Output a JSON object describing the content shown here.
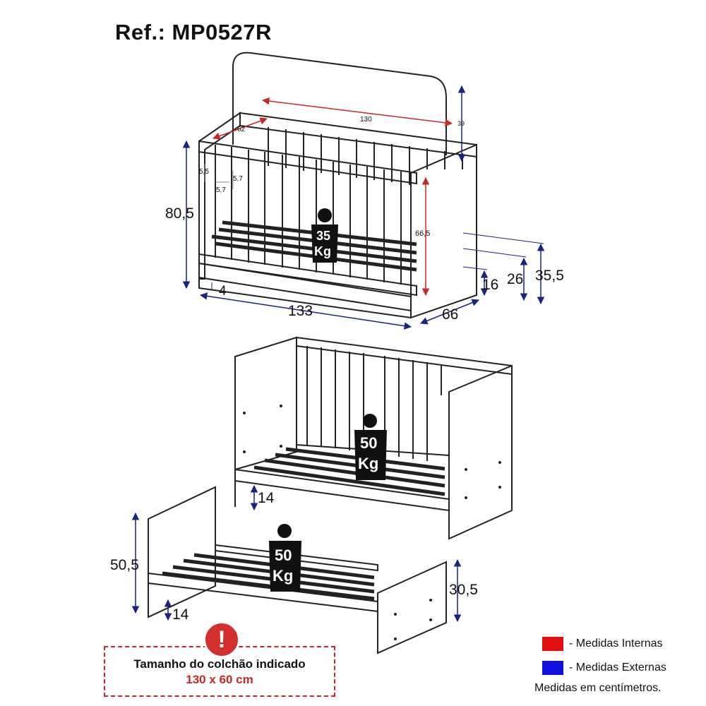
{
  "ref": "Ref.: MP0527R",
  "crib": {
    "weight": [
      "35",
      "Kg"
    ],
    "dims": {
      "width_internal": "130",
      "depth_internal": "62",
      "backrest": "39",
      "rail_a": "5,5",
      "rail_b": "5,7",
      "rail_c": "5,7",
      "inner_height": "66,5",
      "total_height": "80,5",
      "base_gap": "4",
      "total_width": "133",
      "total_depth": "66",
      "level_1": "16",
      "level_2": "26",
      "level_3": "35,5"
    }
  },
  "minibed": {
    "weight": [
      "50",
      "Kg"
    ],
    "dims": {
      "floor_gap": "14"
    }
  },
  "bed": {
    "weight": [
      "50",
      "Kg"
    ],
    "dims": {
      "head_height": "50,5",
      "floor_gap": "14",
      "foot_height": "30,5"
    }
  },
  "notice": {
    "warning_symbol": "!",
    "line1": "Tamanho do colchão indicado",
    "line2": "130 x 60 cm"
  },
  "legend": [
    {
      "label": "- Medidas Internas",
      "color": "#e01010"
    },
    {
      "label": "- Medidas Externas",
      "color": "#1010e0"
    }
  ],
  "units_note": "Medidas em centímetros.",
  "colors": {
    "internal": "#c62828",
    "external": "#1a237e",
    "line": "#222222",
    "weight_fill": "#111111"
  }
}
